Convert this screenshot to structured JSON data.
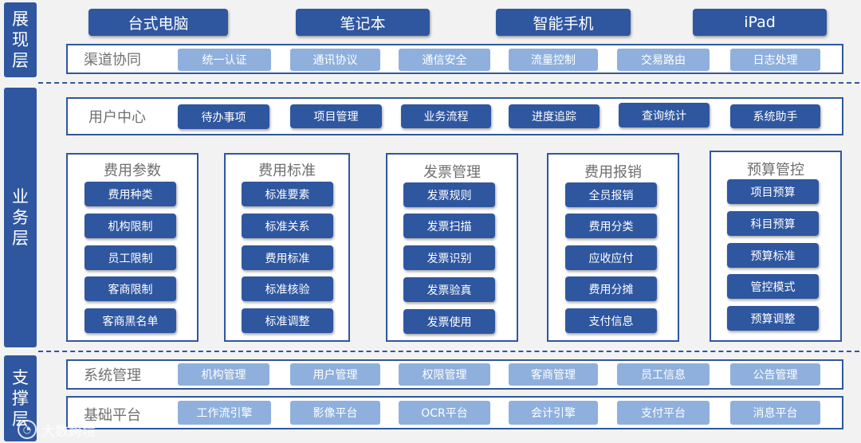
{
  "layers": {
    "presentation": "展现层",
    "business": "业务层",
    "support": "支撑层"
  },
  "devices": [
    "台式电脑",
    "笔记本",
    "智能手机",
    "iPad"
  ],
  "channel": {
    "title": "渠道协同",
    "items": [
      "统一认证",
      "通讯协议",
      "通信安全",
      "流量控制",
      "交易路由",
      "日志处理"
    ]
  },
  "user_center": {
    "title": "用户中心",
    "items": [
      "待办事项",
      "项目管理",
      "业务流程",
      "进度追踪",
      "查询统计",
      "系统助手"
    ]
  },
  "modules": [
    {
      "title": "费用参数",
      "items": [
        "费用种类",
        "机构限制",
        "员工限制",
        "客商限制",
        "客商黑名单"
      ]
    },
    {
      "title": "费用标准",
      "items": [
        "标准要素",
        "标准关系",
        "费用标准",
        "标准核验",
        "标准调整"
      ]
    },
    {
      "title": "发票管理",
      "items": [
        "发票规则",
        "发票扫描",
        "发票识别",
        "发票验真",
        "发票使用"
      ]
    },
    {
      "title": "费用报销",
      "items": [
        "全员报销",
        "费用分类",
        "应收应付",
        "费用分摊",
        "支付信息"
      ]
    },
    {
      "title": "预算管控",
      "items": [
        "项目预算",
        "科目预算",
        "预算标准",
        "管控模式",
        "预算调整"
      ]
    }
  ],
  "system_mgmt": {
    "title": "系统管理",
    "items": [
      "机构管理",
      "用户管理",
      "权限管理",
      "客商管理",
      "员工信息",
      "公告管理"
    ]
  },
  "base_platform": {
    "title": "基础平台",
    "items": [
      "工作流引擎",
      "影像平台",
      "OCR平台",
      "会计引擎",
      "支付平台",
      "消息平台"
    ]
  },
  "watermark": "大数跨境",
  "colors": {
    "primary": "#2f57a0",
    "light_button": "#8fb0dd",
    "background": "#f2f2f2"
  }
}
